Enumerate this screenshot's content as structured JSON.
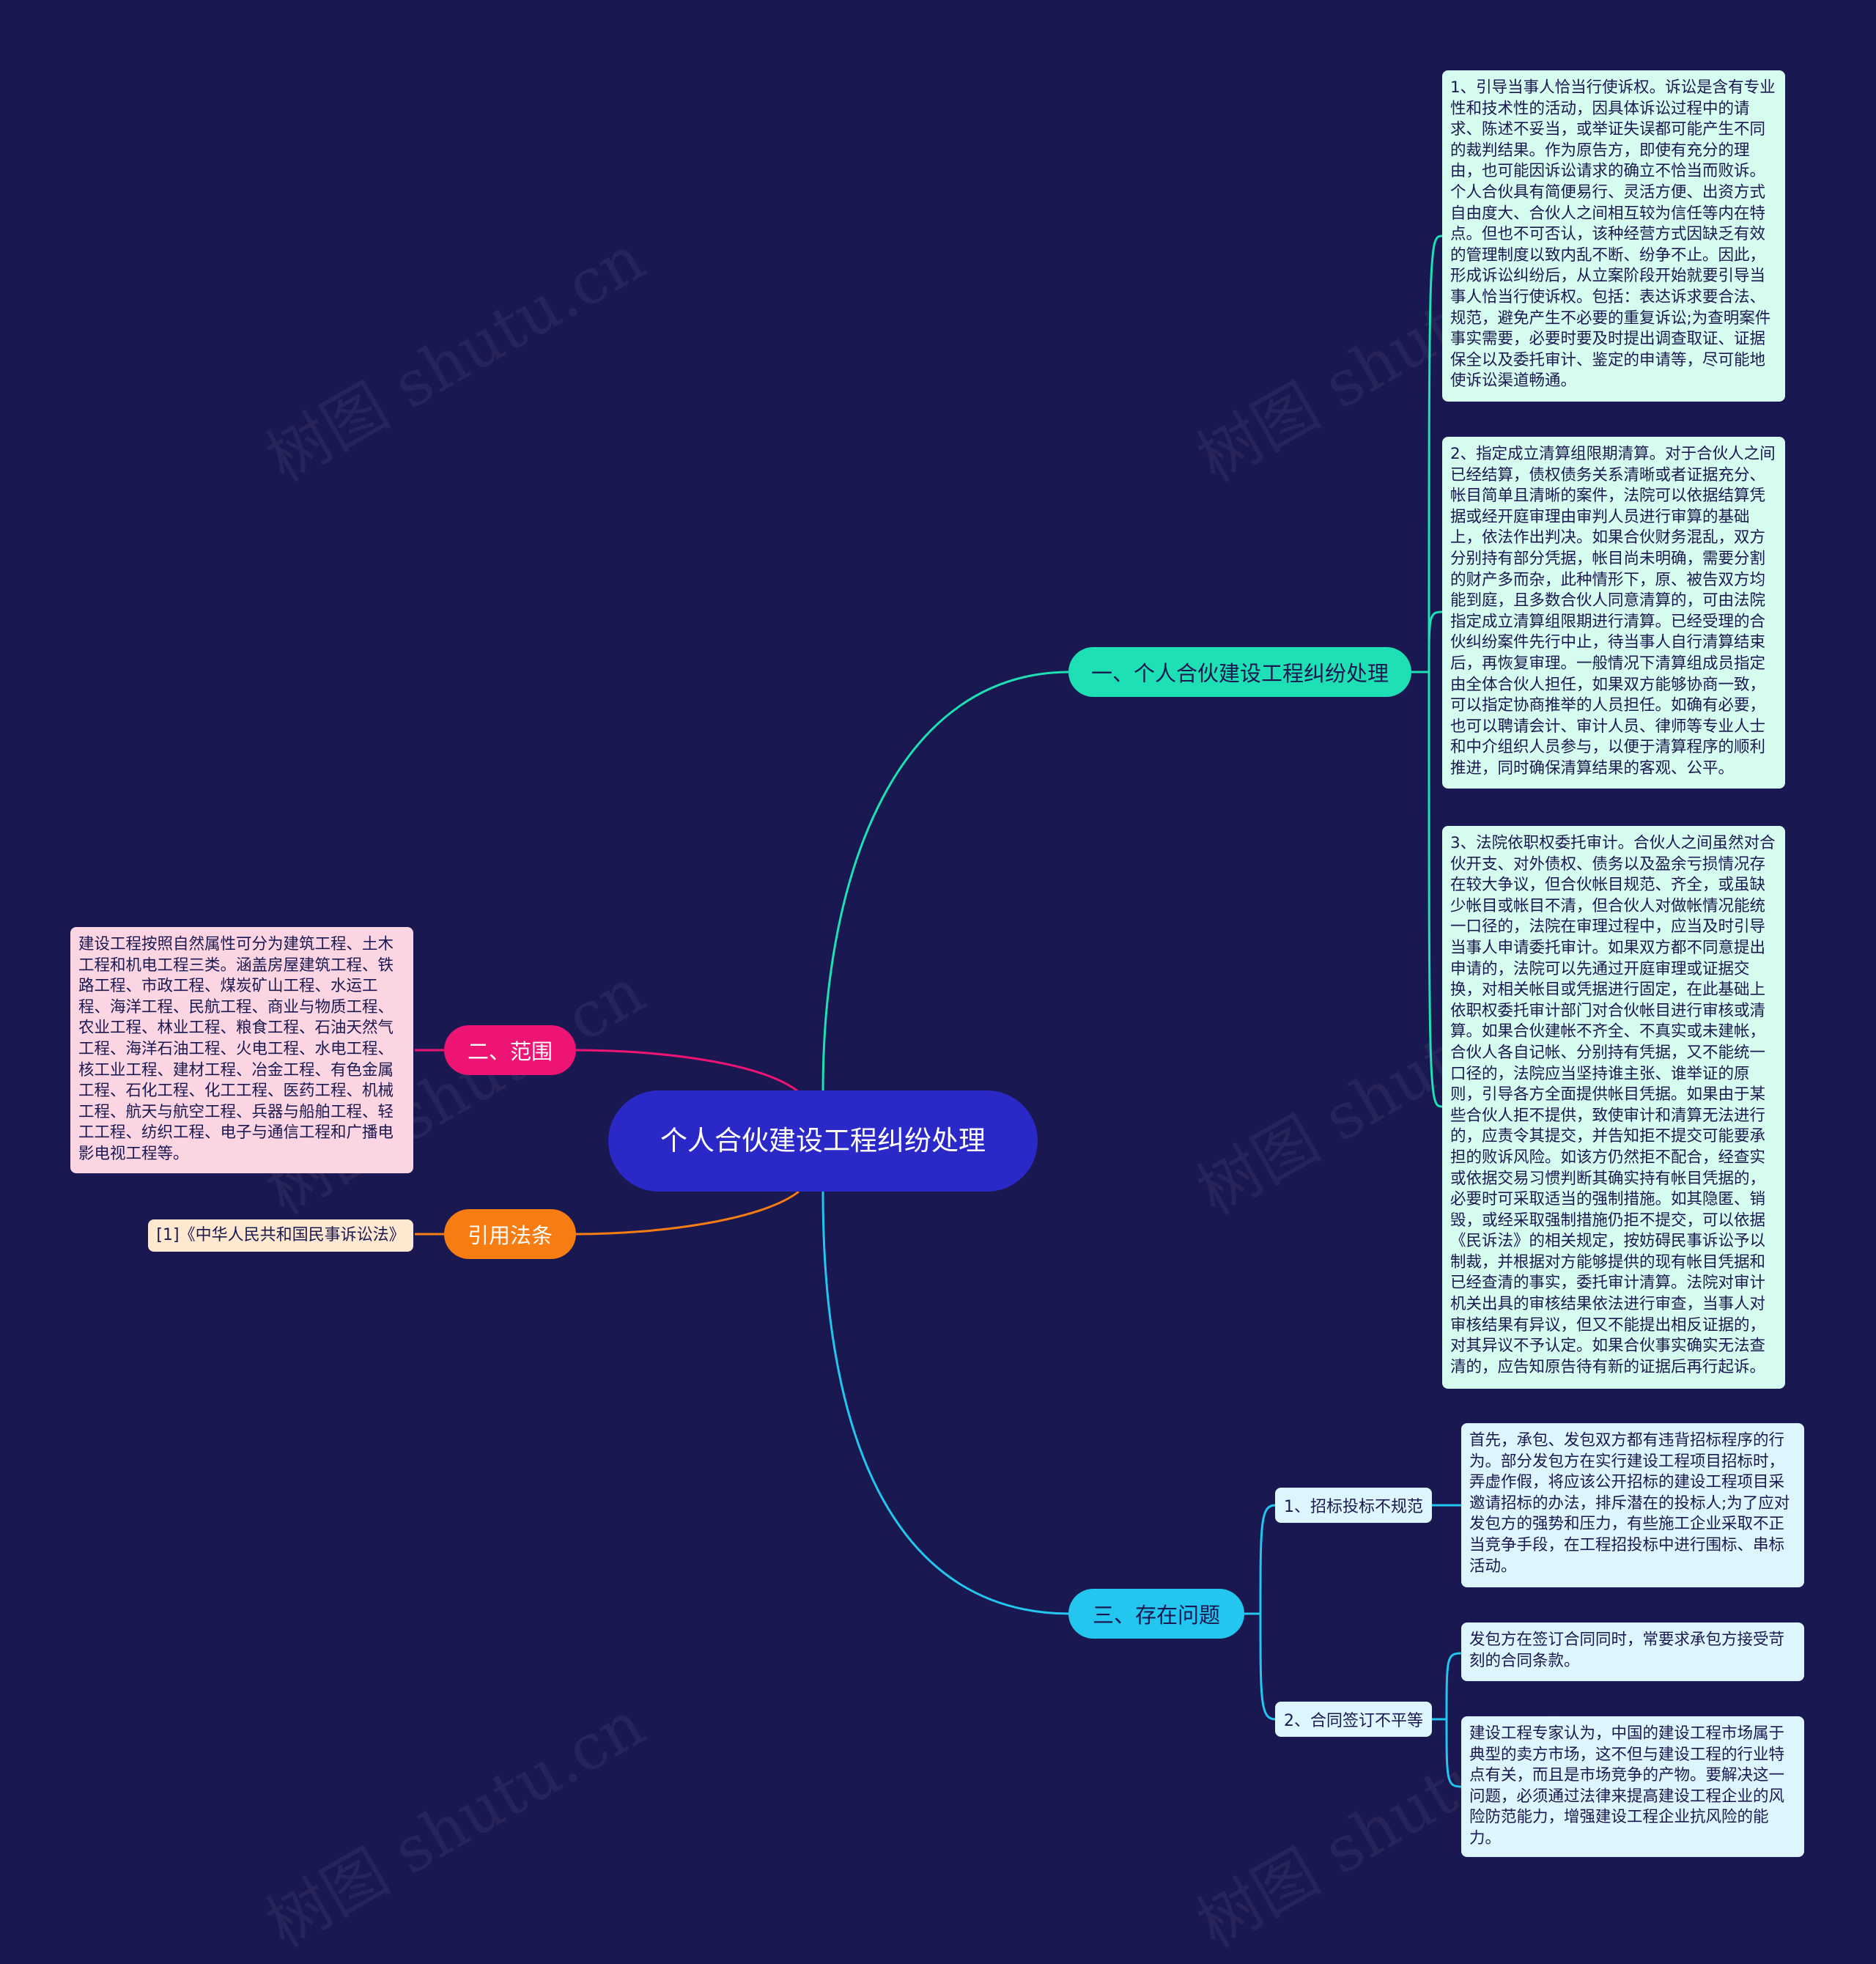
{
  "root": {
    "title": "个人合伙建设工程纠纷处理"
  },
  "branches": {
    "handling": {
      "label": "一、个人合伙建设工程纠纷处理",
      "color": "#1de0b4"
    },
    "scope": {
      "label": "二、范围",
      "color": "#ee1473"
    },
    "law": {
      "label": "引用法条",
      "color": "#f77d12"
    },
    "problems": {
      "label": "三、存在问题",
      "color": "#22c6ee"
    }
  },
  "handling_leaves": [
    "1、引导当事人恰当行使诉权。诉讼是含有专业性和技术性的活动，因具体诉讼过程中的请求、陈述不妥当，或举证失误都可能产生不同的裁判结果。作为原告方，即使有充分的理由，也可能因诉讼请求的确立不恰当而败诉。个人合伙具有简便易行、灵活方便、出资方式自由度大、合伙人之间相互较为信任等内在特点。但也不可否认，该种经营方式因缺乏有效的管理制度以致内乱不断、纷争不止。因此，形成诉讼纠纷后，从立案阶段开始就要引导当事人恰当行使诉权。包括：表达诉求要合法、规范，避免产生不必要的重复诉讼;为查明案件事实需要，必要时要及时提出调查取证、证据保全以及委托审计、鉴定的申请等，尽可能地使诉讼渠道畅通。",
    "2、指定成立清算组限期清算。对于合伙人之间已经结算，债权债务关系清晰或者证据充分、帐目简单且清晰的案件，法院可以依据结算凭据或经开庭审理由审判人员进行审算的基础上，依法作出判决。如果合伙财务混乱，双方分别持有部分凭据，帐目尚未明确，需要分割的财产多而杂，此种情形下，原、被告双方均能到庭，且多数合伙人同意清算的，可由法院指定成立清算组限期进行清算。已经受理的合伙纠纷案件先行中止，待当事人自行清算结束后，再恢复审理。一般情况下清算组成员指定由全体合伙人担任，如果双方能够协商一致，可以指定协商推举的人员担任。如确有必要，也可以聘请会计、审计人员、律师等专业人士和中介组织人员参与，以便于清算程序的顺利推进，同时确保清算结果的客观、公平。",
    "3、法院依职权委托审计。合伙人之间虽然对合伙开支、对外债权、债务以及盈余亏损情况存在较大争议，但合伙帐目规范、齐全，或虽缺少帐目或帐目不清，但合伙人对做帐情况能统一口径的，法院在审理过程中，应当及时引导当事人申请委托审计。如果双方都不同意提出申请的，法院可以先通过开庭审理或证据交换，对相关帐目或凭据进行固定，在此基础上依职权委托审计部门对合伙帐目进行审核或清算。如果合伙建帐不齐全、不真实或未建帐，合伙人各自记帐、分别持有凭据，又不能统一口径的，法院应当坚持谁主张、谁举证的原则，引导各方全面提供帐目凭据。如果由于某些合伙人拒不提供，致使审计和清算无法进行的，应责令其提交，并告知拒不提交可能要承担的败诉风险。如该方仍然拒不配合，经查实或依据交易习惯判断其确实持有帐目凭据的，必要时可采取适当的强制措施。如其隐匿、销毁，或经采取强制措施仍拒不提交，可以依据《民诉法》的相关规定，按妨碍民事诉讼予以制裁，并根据对方能够提供的现有帐目凭据和已经查清的事实，委托审计清算。法院对审计机关出具的审核结果依法进行审查，当事人对审核结果有异议，但又不能提出相反证据的，对其异议不予认定。如果合伙事实确实无法查清的，应告知原告待有新的证据后再行起诉。"
  ],
  "scope_leaf": "建设工程按照自然属性可分为建筑工程、土木工程和机电工程三类。涵盖房屋建筑工程、铁路工程、市政工程、煤炭矿山工程、水运工程、海洋工程、民航工程、商业与物质工程、农业工程、林业工程、粮食工程、石油天然气工程、海洋石油工程、火电工程、水电工程、核工业工程、建材工程、冶金工程、有色金属工程、石化工程、化工工程、医药工程、机械工程、航天与航空工程、兵器与船舶工程、轻工工程、纺织工程、电子与通信工程和广播电影电视工程等。",
  "law_leaf": "[1]《中华人民共和国民事诉讼法》",
  "problems": {
    "bidding": {
      "label": "1、招标投标不规范",
      "detail": "首先，承包、发包双方都有违背招标程序的行为。部分发包方在实行建设工程项目招标时，弄虚作假，将应该公开招标的建设工程项目采邀请招标的办法，排斥潜在的投标人;为了应对发包方的强势和压力，有些施工企业采取不正当竞争手段，在工程招投标中进行围标、串标活动。"
    },
    "contract": {
      "label": "2、合同签订不平等",
      "detail_1": "发包方在签订合同同时，常要求承包方接受苛刻的合同条款。",
      "detail_2": "建设工程专家认为，中国的建设工程市场属于典型的卖方市场，这不但与建设工程的行业特点有关，而且是市场竞争的产物。要解决这一问题，必须通过法律来提高建设工程企业的风险防范能力，增强建设工程企业抗风险的能力。"
    }
  },
  "watermark": "树图 shutu.cn"
}
